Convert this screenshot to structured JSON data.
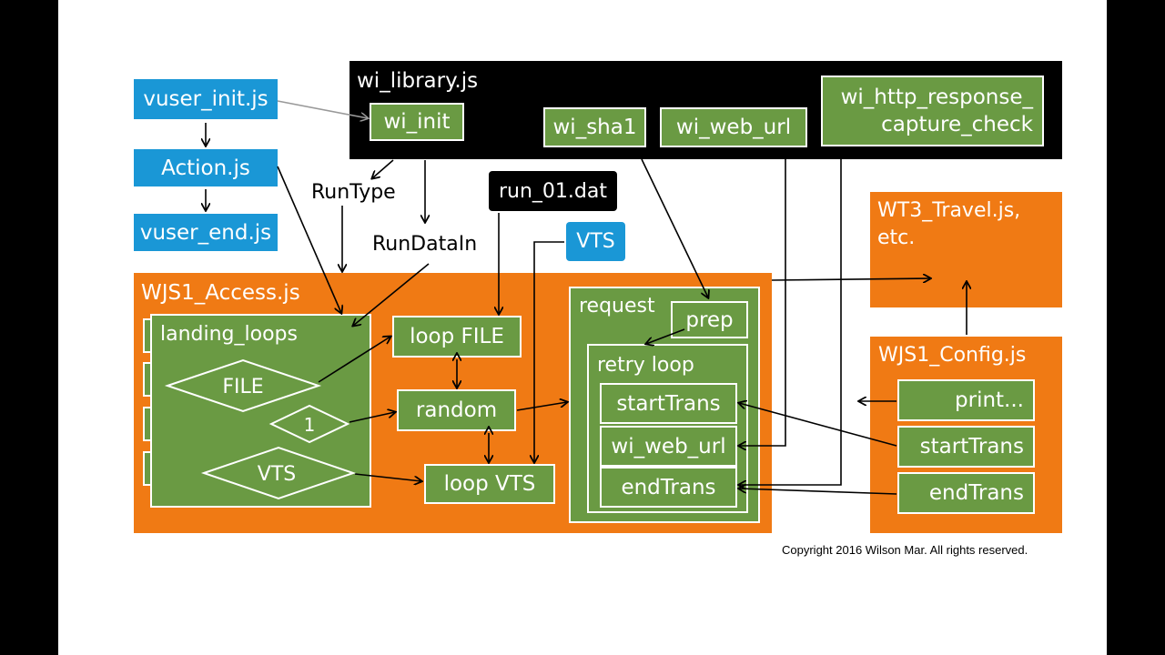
{
  "left_boxes": {
    "vuser_init": "vuser_init.js",
    "action": "Action.js",
    "vuser_end": "vuser_end.js"
  },
  "library": {
    "title": "wi_library.js",
    "wi_init": "wi_init",
    "wi_sha1": "wi_sha1",
    "wi_web_url": "wi_web_url",
    "http_check_line1": "wi_http_response_",
    "http_check_line2": "capture_check"
  },
  "labels": {
    "run_type": "RunType",
    "run_data_in": "RunDataIn"
  },
  "run_file": "run_01.dat",
  "vts_source": "VTS",
  "travel": {
    "line1": "WT3_Travel.js,",
    "line2": "etc."
  },
  "access": {
    "title": "WJS1_Access.js",
    "landing_loops": "landing_loops",
    "diamond_file": "FILE",
    "diamond_one": "1",
    "diamond_vts": "VTS",
    "loop_file": "loop FILE",
    "random": "random",
    "loop_vts": "loop VTS"
  },
  "request": {
    "title": "request",
    "prep": "prep",
    "retry_loop": "retry loop",
    "start_trans": "startTrans",
    "wi_web_url": "wi_web_url",
    "end_trans": "endTrans"
  },
  "config": {
    "title": "WJS1_Config.js",
    "print": "print...",
    "start_trans": "startTrans",
    "end_trans": "endTrans"
  },
  "copyright": "Copyright 2016 Wilson Mar. All rights reserved.",
  "colors": {
    "blue": "#1a97d6",
    "orange": "#f07a14",
    "green": "#6a9a43",
    "black": "#000000"
  }
}
